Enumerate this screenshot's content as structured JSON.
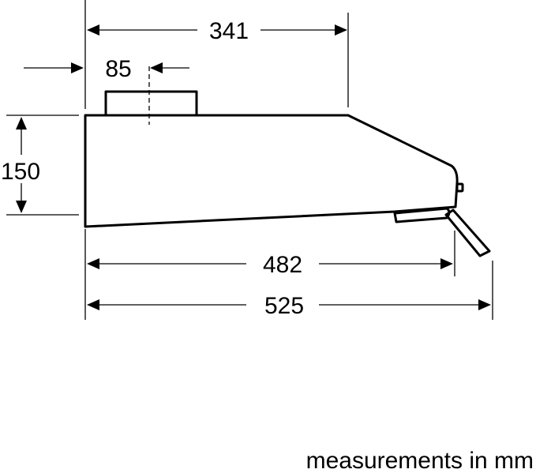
{
  "dimensions": {
    "top_width": "341",
    "outlet_offset": "85",
    "height": "150",
    "depth_body": "482",
    "depth_total": "525"
  },
  "note": "measurements in mm",
  "colors": {
    "line": "#000000",
    "background": "#ffffff"
  }
}
